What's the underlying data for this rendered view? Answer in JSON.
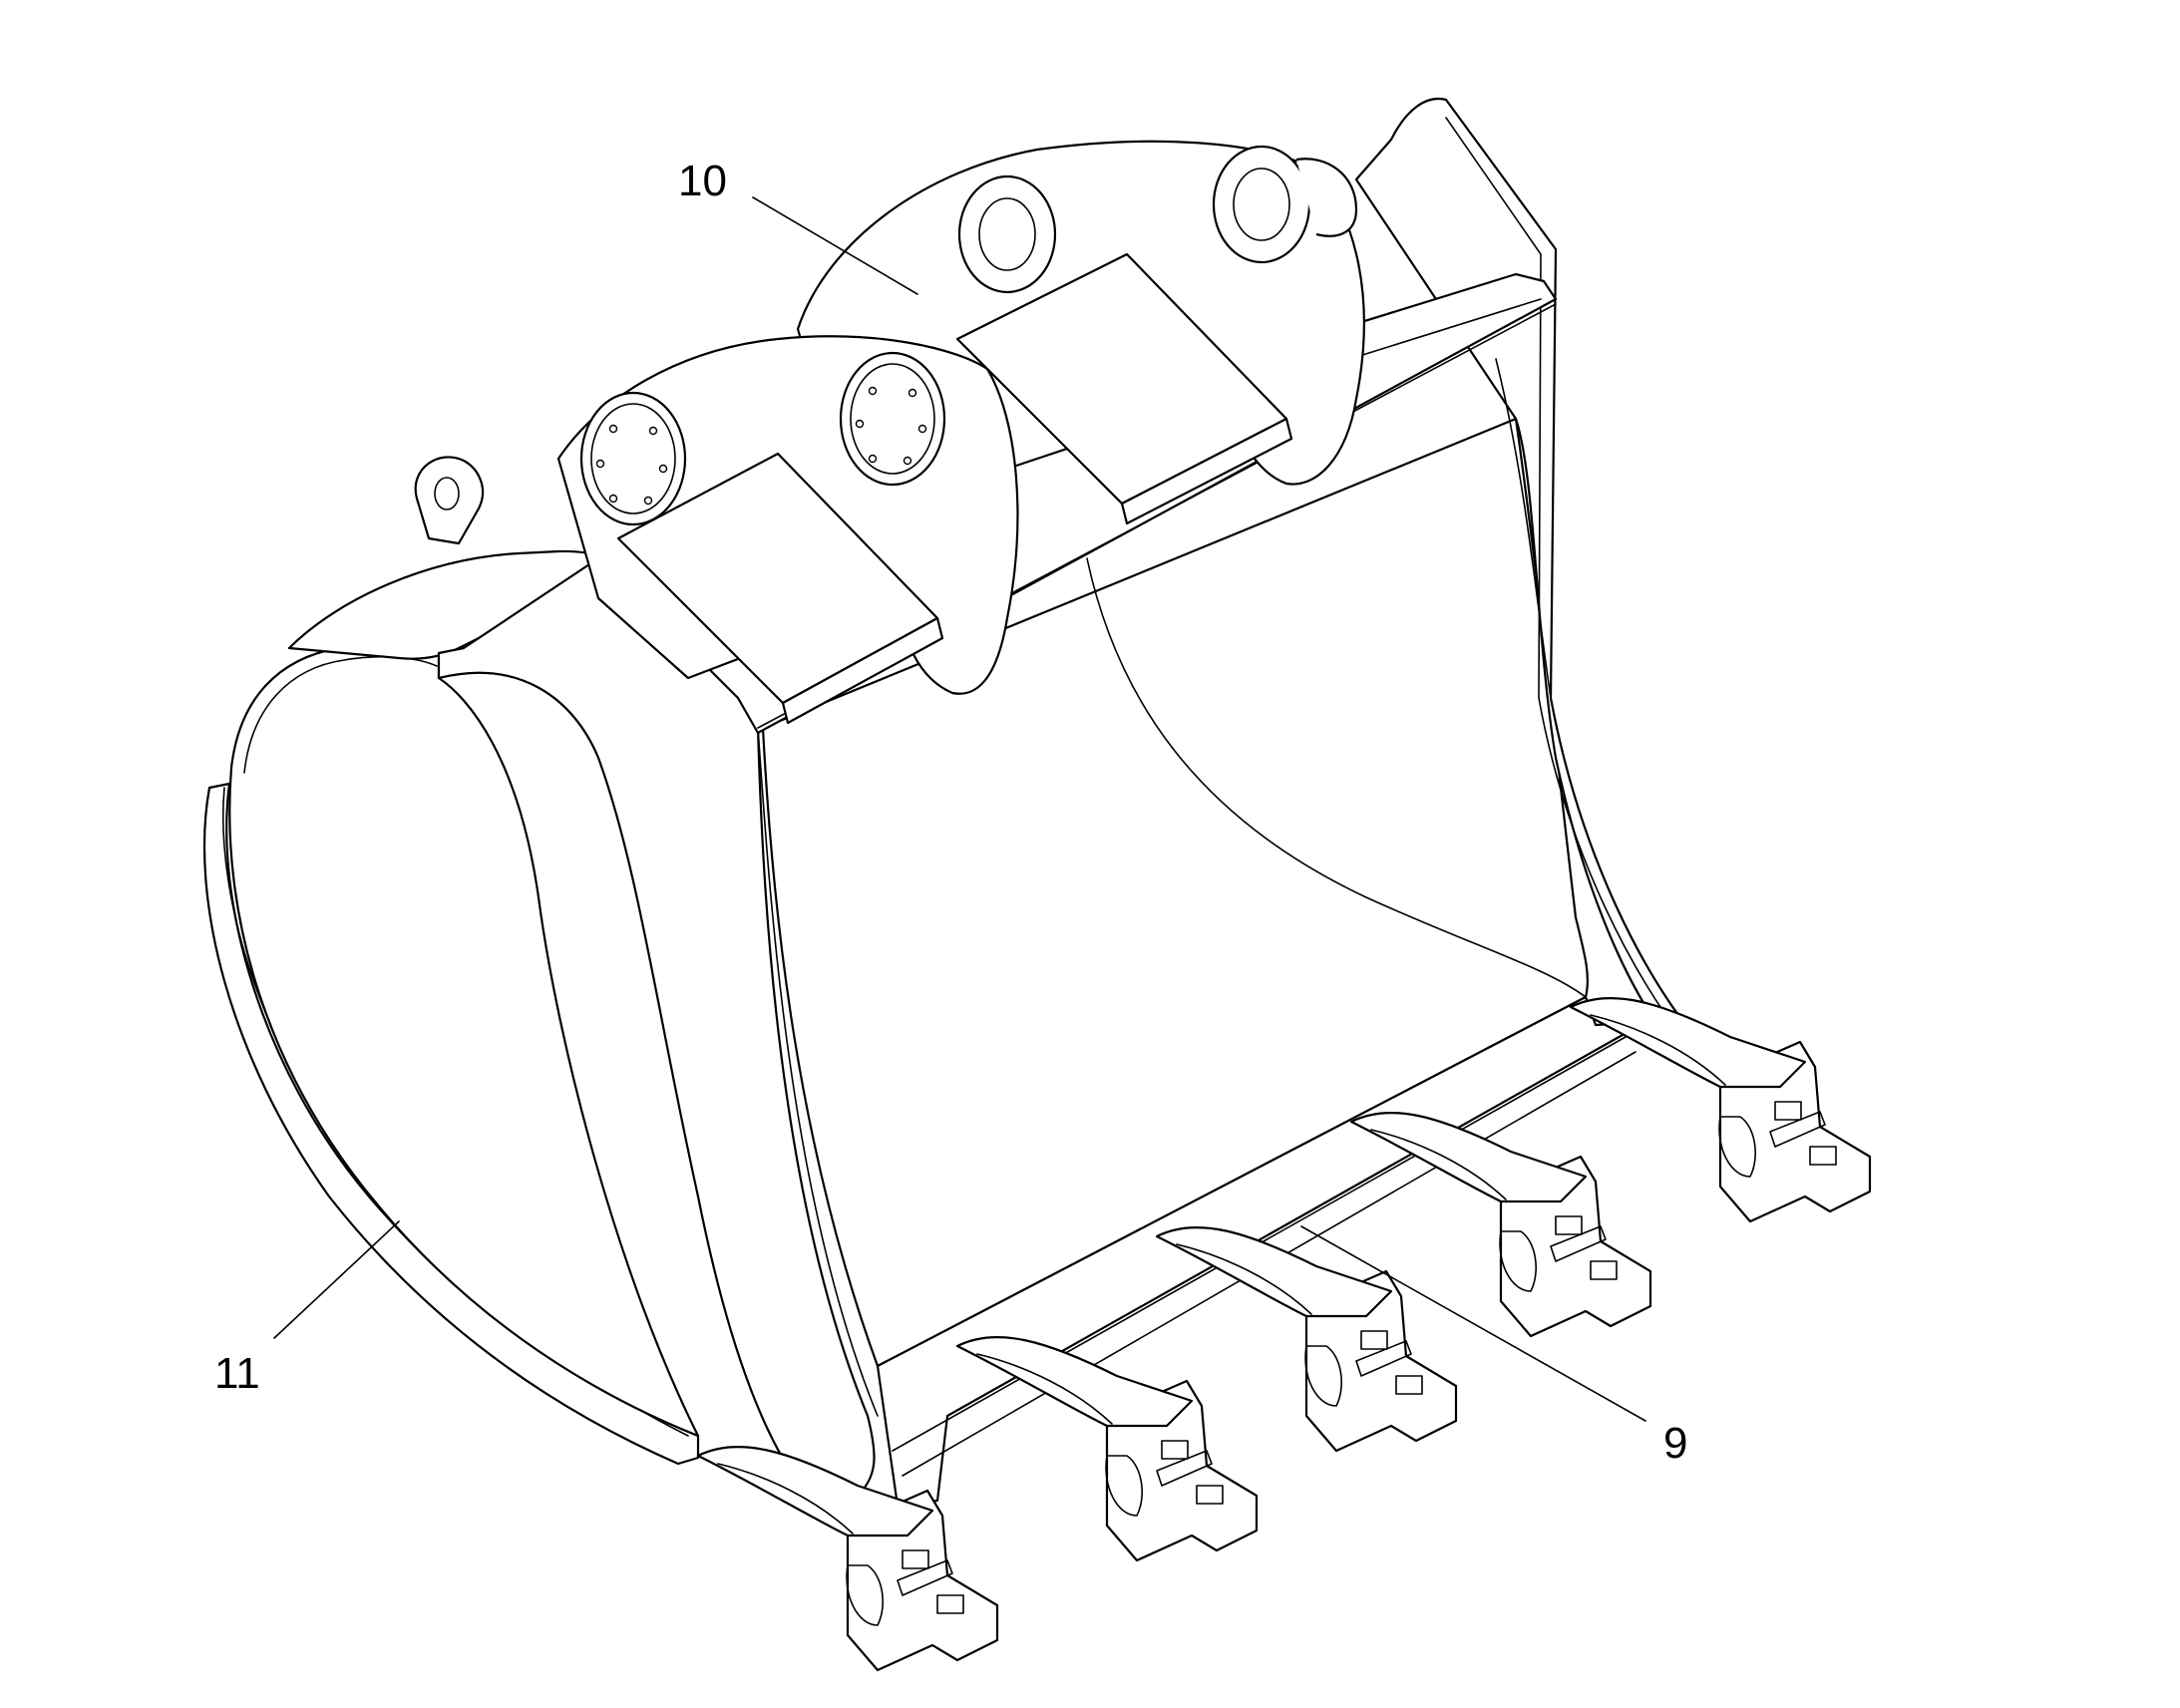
{
  "callouts": [
    {
      "number": "10",
      "part": "upper-hinge-frame"
    },
    {
      "number": "11",
      "part": "side-wear-plate"
    },
    {
      "number": "9",
      "part": "cutting-edge"
    }
  ],
  "colors": {
    "line": "#000000",
    "background": "#ffffff"
  }
}
